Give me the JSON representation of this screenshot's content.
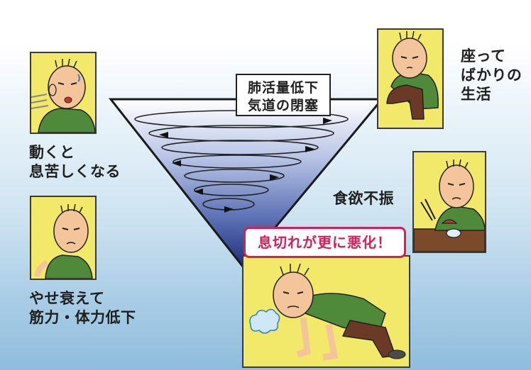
{
  "labels": {
    "breathless": "動くと\n息苦しくなる",
    "sitting": "座って\nばかりの\n生活",
    "appetite": "食欲不振",
    "weakness": "やせ衰えて\n筋力・体力低下"
  },
  "funnel_box": {
    "line1": "肺活量低下",
    "line2": "気道の閉塞"
  },
  "alert": "息切れが更に悪化！",
  "colors": {
    "panel": "#f2e86a",
    "alert": "#d61f57",
    "shirt": "#4f8a3a",
    "funnel_top": "#ffffff",
    "funnel_bottom": "#2a3f8c"
  }
}
